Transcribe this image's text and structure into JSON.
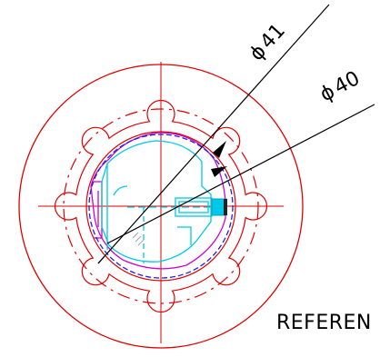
{
  "drawing": {
    "dimensions": [
      {
        "symbol": "ϕ",
        "value": "41"
      },
      {
        "symbol": "ϕ",
        "value": "40"
      }
    ],
    "reference_label": "REFEREN",
    "colors": {
      "outline": "#e00000",
      "dimension": "#000000",
      "part_cyan": "#00c8e8",
      "part_magenta": "#d000d0",
      "part_blue": "#2020e0",
      "background": "#ffffff"
    }
  }
}
